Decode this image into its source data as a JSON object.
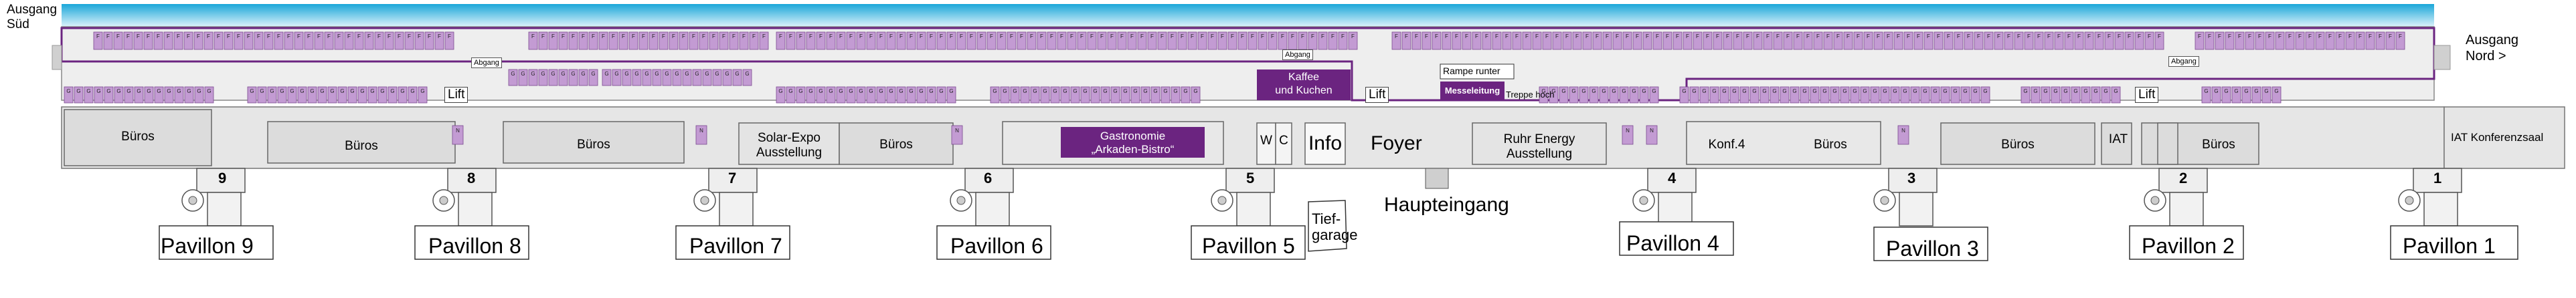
{
  "exits": {
    "south": "Ausgang\nSüd",
    "north": "Ausgang\nNord >"
  },
  "rooms": {
    "bueros_1": "Büros",
    "bueros_2": "Büros",
    "bueros_3": "Büros",
    "bueros_4": "Büros",
    "bueros_5": "Büros",
    "bueros_6": "Büros",
    "bueros_7": "Büros",
    "solar": "Solar-Expo\nAusstellung",
    "gastro": "Gastronomie\n„Arkaden-Bistro“",
    "wc_w": "W",
    "wc_c": "C",
    "info": "Info",
    "foyer": "Foyer",
    "ruhr": "Ruhr Energy\nAusstellung",
    "konf": "Konf.4",
    "iat": "IAT",
    "iat_konf": "IAT Konferenzsaal",
    "kaffee": "Kaffee\nund Kuchen",
    "messeleitung": "Messeleitung",
    "haupteingang": "Haupteingang",
    "tiefgarage": "Tief-\ngarage",
    "rampe": "Rampe runter",
    "treppe": "Treppe hoch",
    "abgang1": "Abgang",
    "abgang2": "Abgang",
    "abgang3": "Abgang"
  },
  "lifts": [
    "Lift",
    "Lift",
    "Lift"
  ],
  "pavilions": [
    "Pavillon 1",
    "Pavillon 2",
    "Pavillon 3",
    "Pavillon 4",
    "Pavillon 5",
    "Pavillon 6",
    "Pavillon 7",
    "Pavillon 8",
    "Pavillon 9"
  ],
  "pavilion_numbers": [
    "1",
    "2",
    "3",
    "4",
    "5",
    "6",
    "7",
    "8",
    "9"
  ],
  "stand_prefixes": {
    "top": "F",
    "middle": "G",
    "lower": "N"
  },
  "colors": {
    "stand": "#c39bd3",
    "purple": "#6b2480",
    "sky": "#27b4e3",
    "building": "#e6e6e6",
    "room": "#d9d9d9"
  }
}
